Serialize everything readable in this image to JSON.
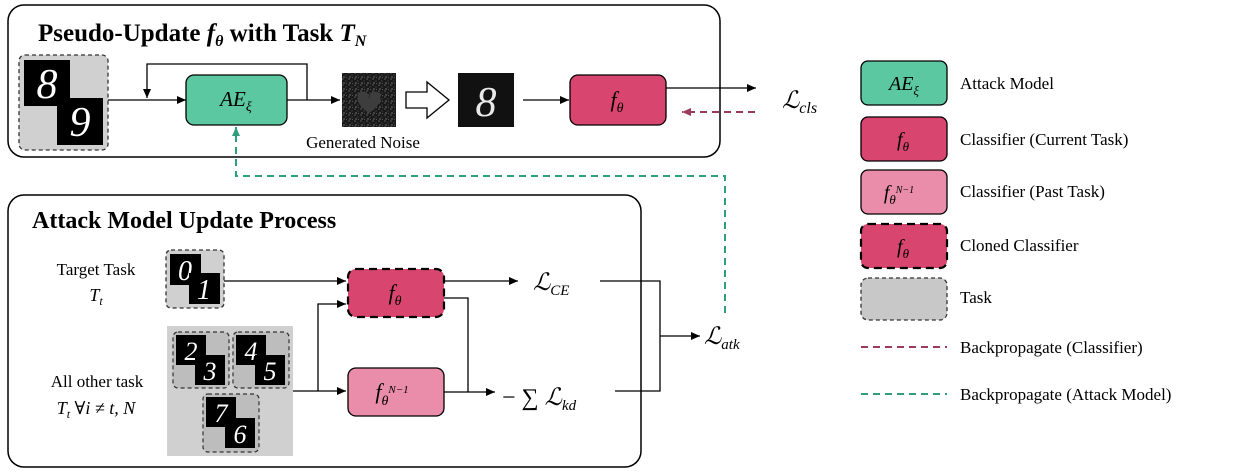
{
  "top_panel": {
    "title_prefix": "Pseudo-Update ",
    "title_f": "f",
    "title_theta": "θ",
    "title_mid": " with Task ",
    "title_T": "T",
    "title_N": "N",
    "ae_main": "AE",
    "ae_sub": "ξ",
    "noise_caption": "Generated Noise",
    "f_main": "f",
    "f_sub": "θ",
    "loss_main": "ℒ",
    "loss_sub": "cls"
  },
  "bottom_panel": {
    "title": "Attack Model Update Process",
    "target_label_line1": "Target Task",
    "target_T": "T",
    "target_t": "t",
    "other_label_line1": "All other task",
    "other_T": "T",
    "other_t": "t",
    "other_condition": " ∀i ≠ t, N",
    "clone_f": "f",
    "clone_sub": "θ",
    "past_f": "f",
    "past_theta": "θ",
    "past_sup": "N−1",
    "ce_main": "ℒ",
    "ce_sub": "CE",
    "kd_minus_sum": "− ∑ ",
    "kd_main": "ℒ",
    "kd_sub": "kd",
    "atk_main": "ℒ",
    "atk_sub": "atk"
  },
  "legend": {
    "items": [
      {
        "sym_main": "AE",
        "sym_sub": "ξ",
        "label": "Attack Model"
      },
      {
        "sym_main": "f",
        "sym_sub": "θ",
        "label": "Classifier (Current Task)"
      },
      {
        "sym_main": "f",
        "sym_sub": "θ",
        "sym_sup": "N−1",
        "label": "Classifier (Past Task)"
      },
      {
        "sym_main": "f",
        "sym_sub": "θ",
        "label": "Cloned Classifier"
      },
      {
        "label": "Task"
      },
      {
        "label": "Backpropagate (Classifier)"
      },
      {
        "label": "Backpropagate (Attack Model)"
      }
    ]
  },
  "digits": {
    "top_task": [
      "8",
      "9"
    ],
    "top_output": "8",
    "target_task": [
      "0",
      "1"
    ],
    "other_a": [
      "2",
      "3"
    ],
    "other_b": [
      "4",
      "5"
    ],
    "other_c": [
      "7",
      "6"
    ]
  },
  "colors": {
    "attack_model": "#5cc8a2",
    "classifier_current": "#d8466f",
    "classifier_past": "#e98daa",
    "task_gray": "#c8c8c8",
    "backprop_classifier": "#9c3a5c",
    "backprop_attack": "#2f9e7c"
  }
}
